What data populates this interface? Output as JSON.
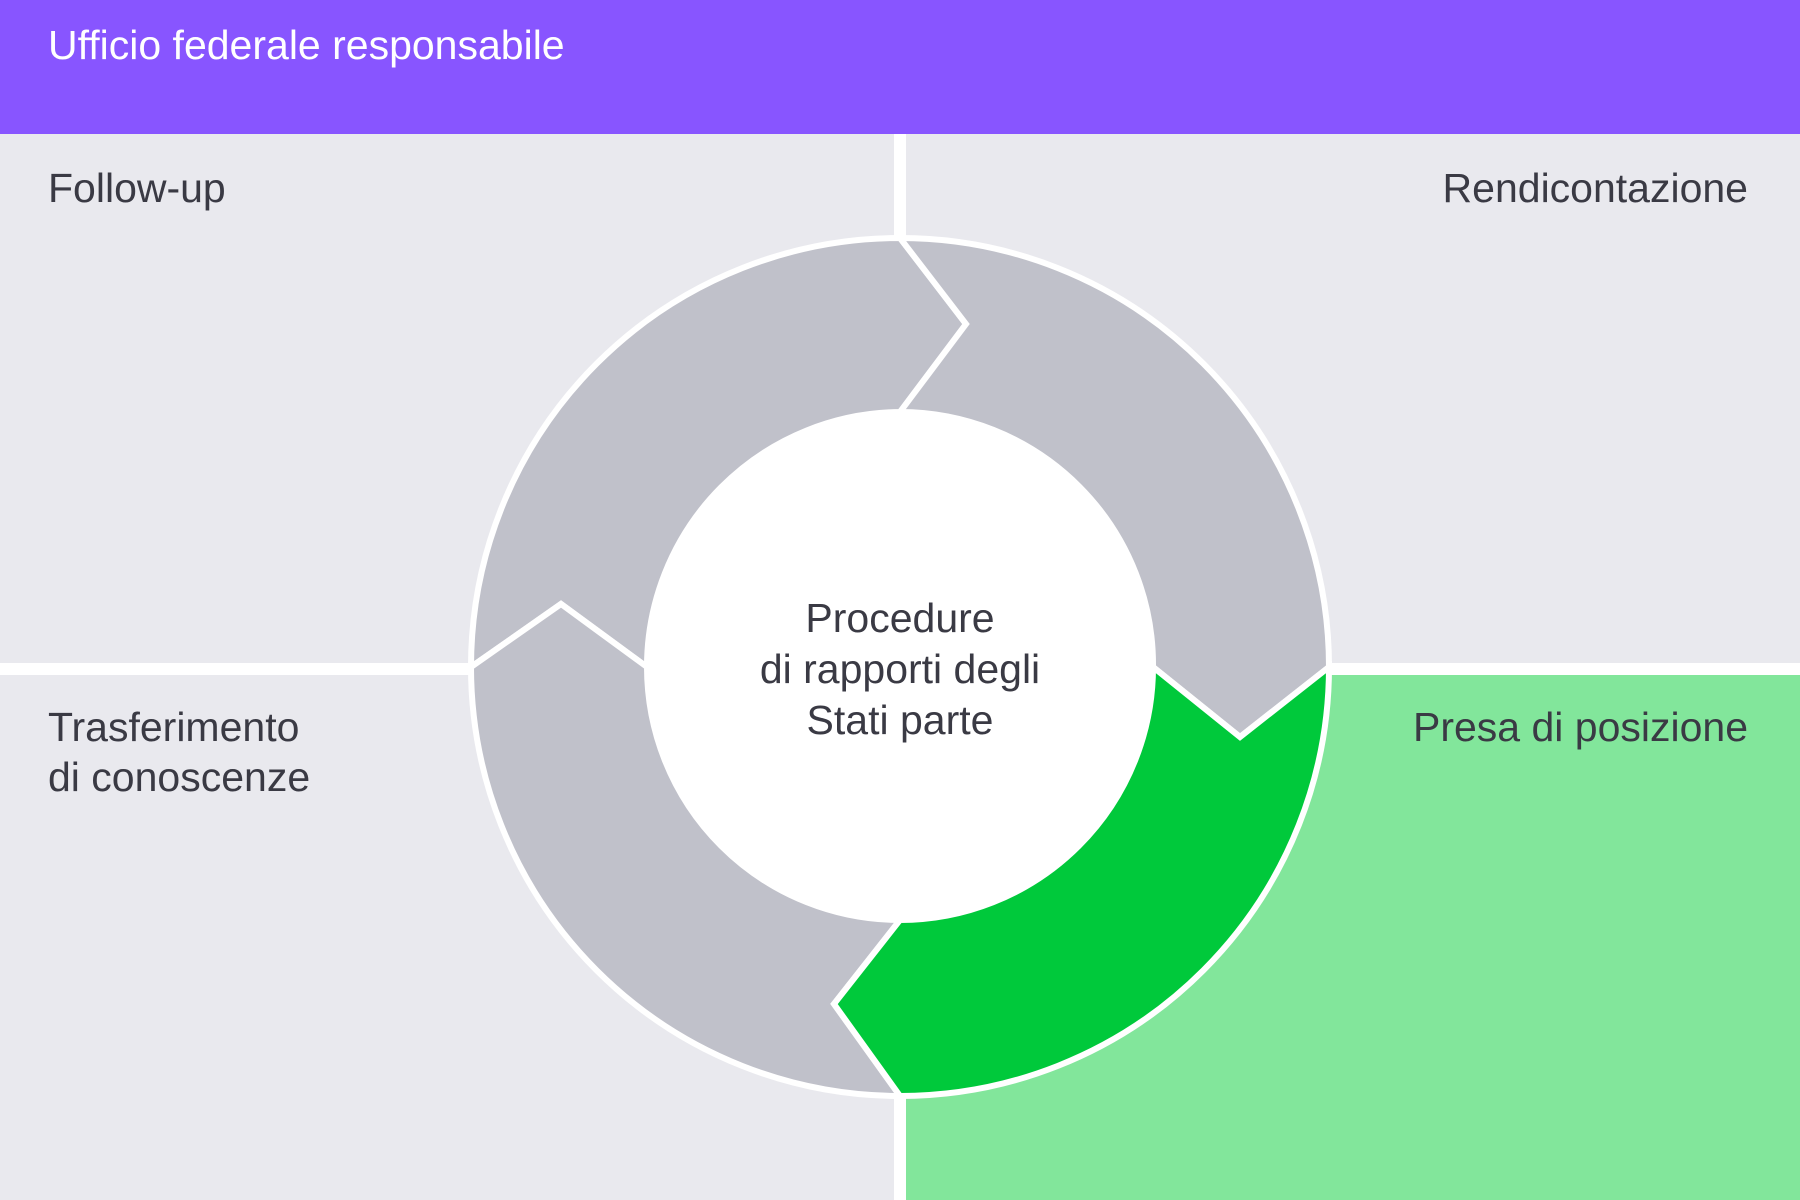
{
  "header": {
    "title": "Ufficio federale responsabile"
  },
  "quadrants": {
    "top_left": {
      "label": "Follow-up"
    },
    "top_right": {
      "label": "Rendicontazione"
    },
    "bottom_left": {
      "label_lines": [
        "Trasferimento",
        "di conoscenze"
      ]
    },
    "bottom_right": {
      "label": "Presa di posizione",
      "active": true
    }
  },
  "center": {
    "lines": [
      "Procedure",
      "di rapporti degli",
      "Stati parte"
    ]
  },
  "colors": {
    "header": "#8855ff",
    "quadrant_background": "#e9e9ee",
    "active_quadrant": "#82e69b",
    "ring_inactive": "#c0c1ca",
    "ring_active": "#00c93b",
    "center_circle": "#ffffff",
    "text": "#3a3a44"
  }
}
